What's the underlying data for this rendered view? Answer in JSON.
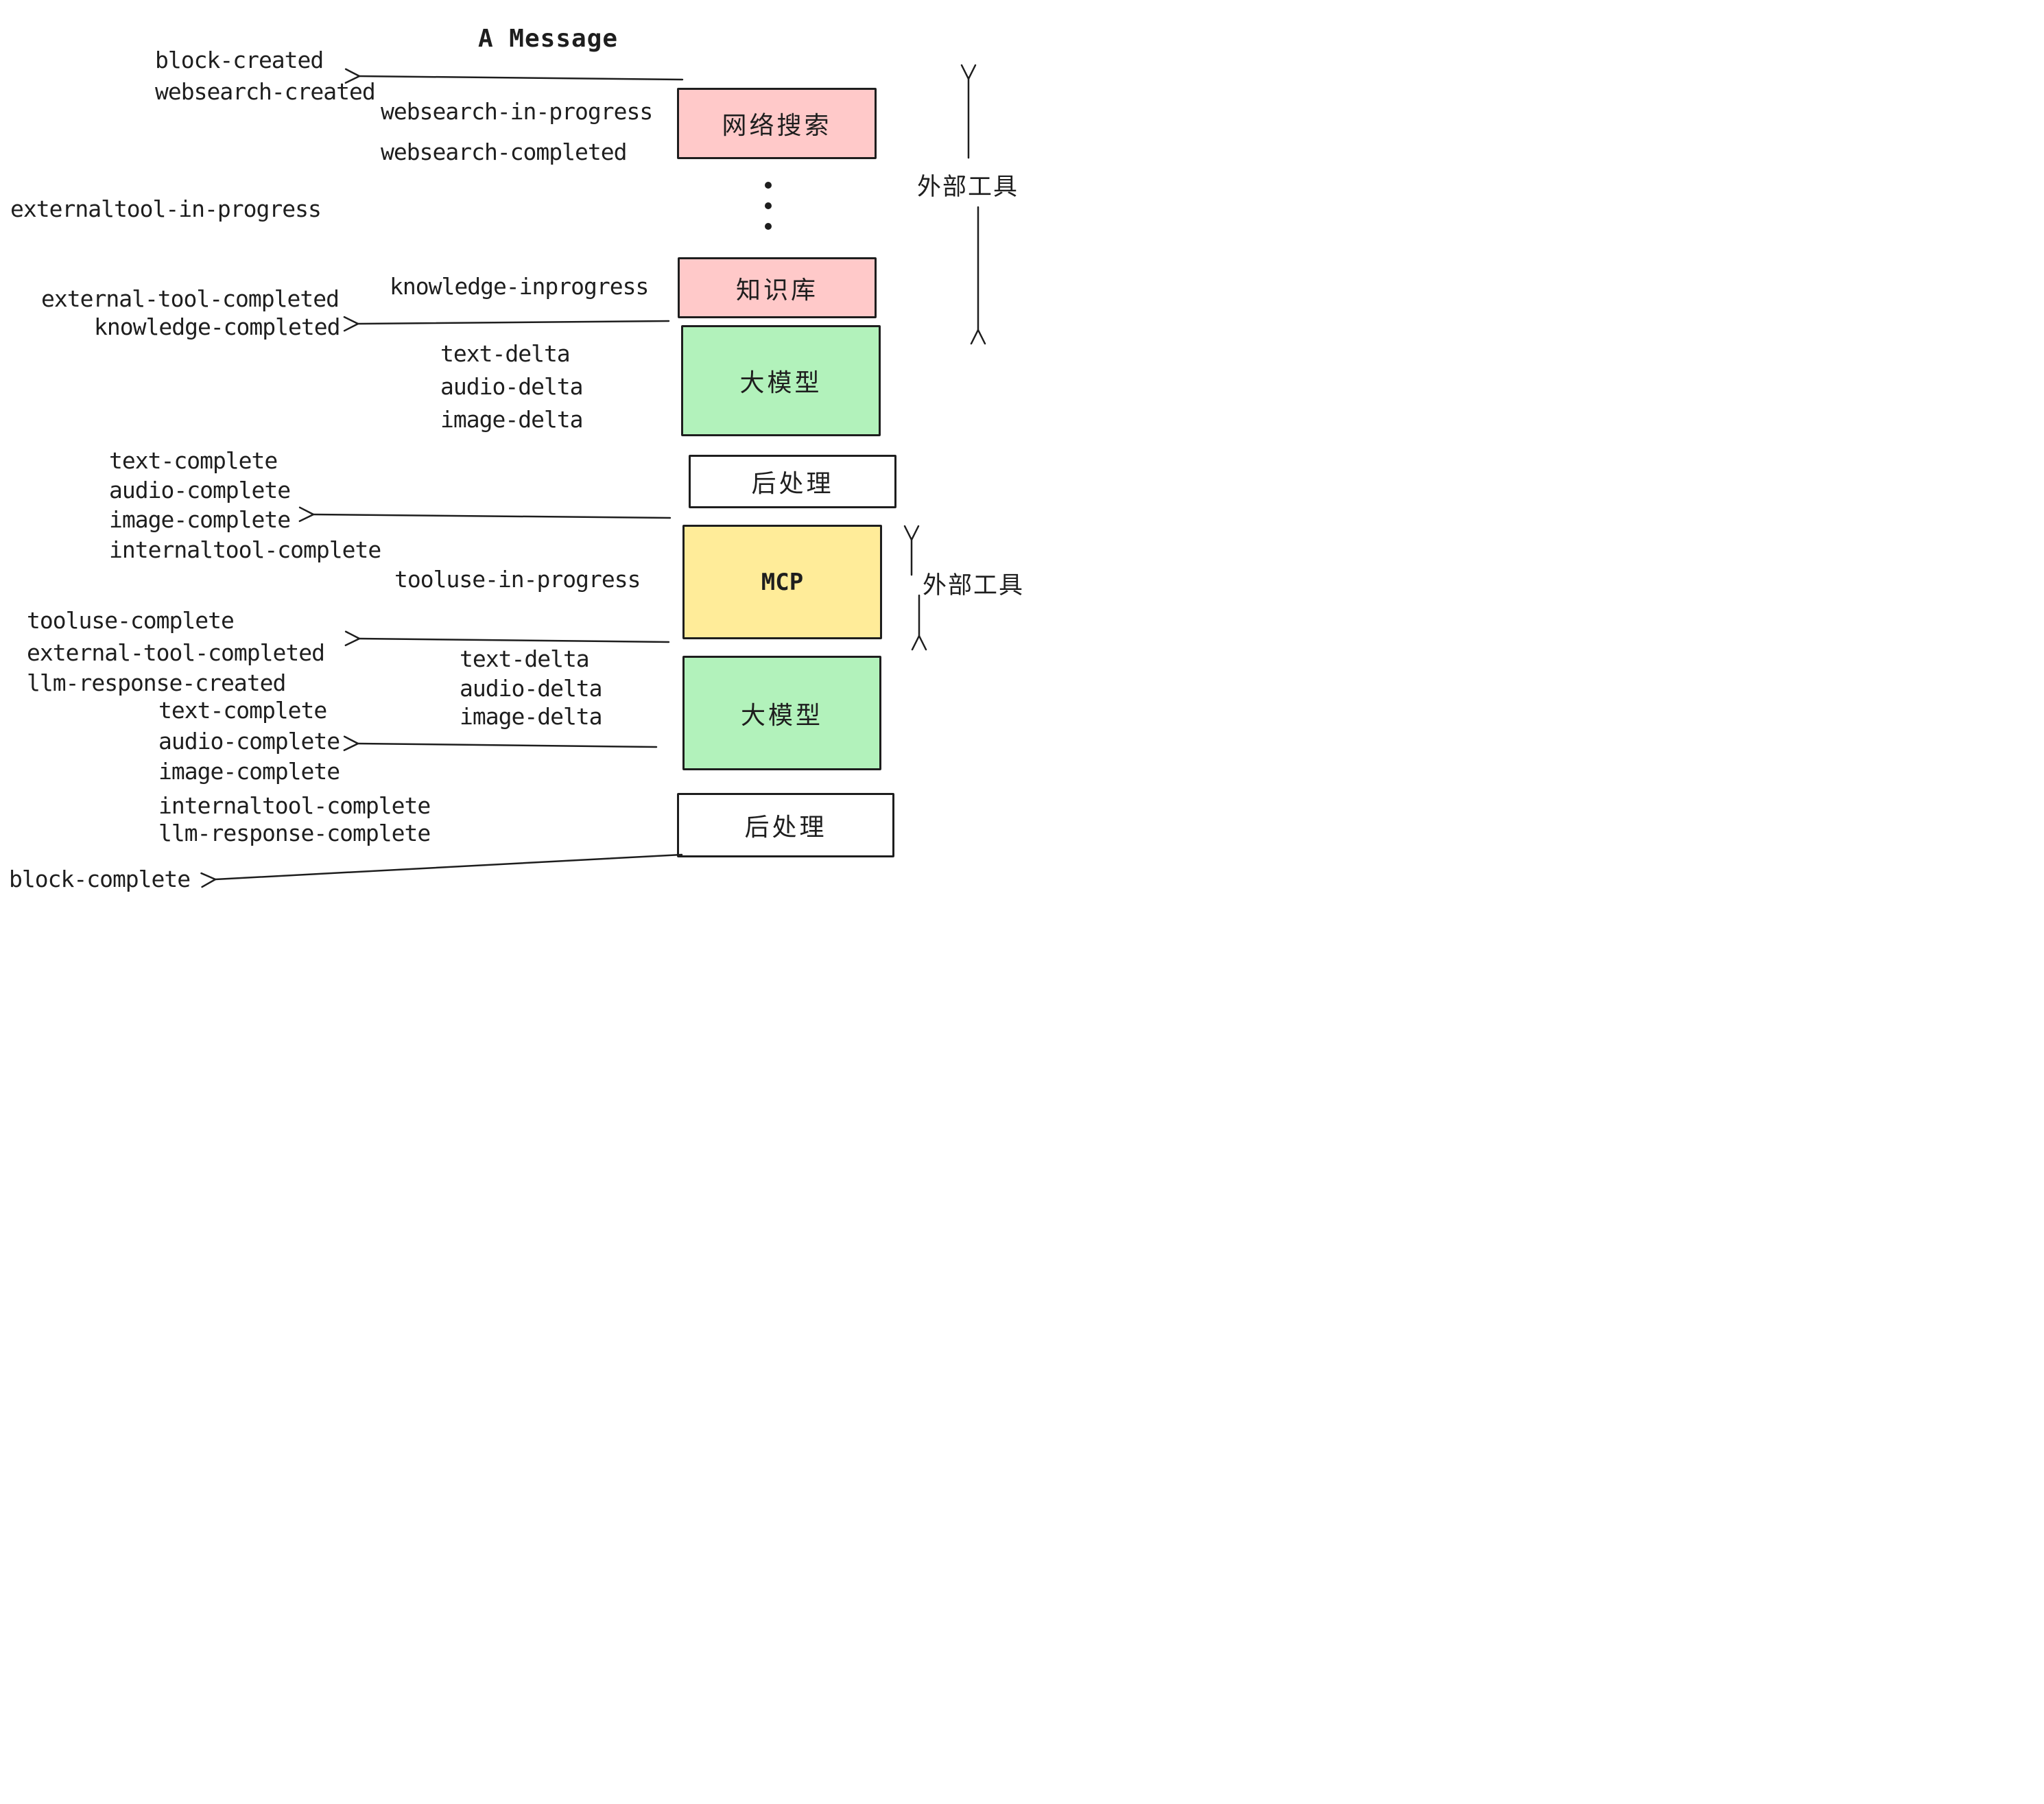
{
  "title": "A Message",
  "palette": {
    "pink": "#ffc9c9",
    "green": "#b2f2bb",
    "yellow": "#ffec99",
    "white": "#ffffff",
    "stroke": "#1e1e1e"
  },
  "boxes": [
    {
      "id": "websearch",
      "label": "网络搜索",
      "color": "pink"
    },
    {
      "id": "knowledge",
      "label": "知识库",
      "color": "pink"
    },
    {
      "id": "llm-1",
      "label": "大模型",
      "color": "green"
    },
    {
      "id": "postprocess-1",
      "label": "后处理",
      "color": "white"
    },
    {
      "id": "mcp",
      "label": "MCP",
      "color": "yellow"
    },
    {
      "id": "llm-2",
      "label": "大模型",
      "color": "green"
    },
    {
      "id": "postprocess-2",
      "label": "后处理",
      "color": "white"
    }
  ],
  "side_labels": [
    {
      "text": "外部工具"
    },
    {
      "text": "外部工具"
    }
  ],
  "ellipsis_icon": "vertical-ellipsis",
  "events": [
    {
      "text": "block-created"
    },
    {
      "text": "websearch-created"
    },
    {
      "text": "websearch-in-progress"
    },
    {
      "text": "websearch-completed"
    },
    {
      "text": "externaltool-in-progress"
    },
    {
      "text": "knowledge-inprogress"
    },
    {
      "text": "external-tool-completed"
    },
    {
      "text": "knowledge-completed"
    },
    {
      "text": "text-delta"
    },
    {
      "text": "audio-delta"
    },
    {
      "text": "image-delta"
    },
    {
      "text": "text-complete"
    },
    {
      "text": "audio-complete"
    },
    {
      "text": "image-complete"
    },
    {
      "text": "internaltool-complete"
    },
    {
      "text": "tooluse-in-progress"
    },
    {
      "text": "tooluse-complete"
    },
    {
      "text": "external-tool-completed"
    },
    {
      "text": "llm-response-created"
    },
    {
      "text": "text-delta"
    },
    {
      "text": "audio-delta"
    },
    {
      "text": "image-delta"
    },
    {
      "text": "text-complete"
    },
    {
      "text": "audio-complete"
    },
    {
      "text": "image-complete"
    },
    {
      "text": "internaltool-complete"
    },
    {
      "text": "llm-response-complete"
    },
    {
      "text": "block-complete"
    }
  ]
}
